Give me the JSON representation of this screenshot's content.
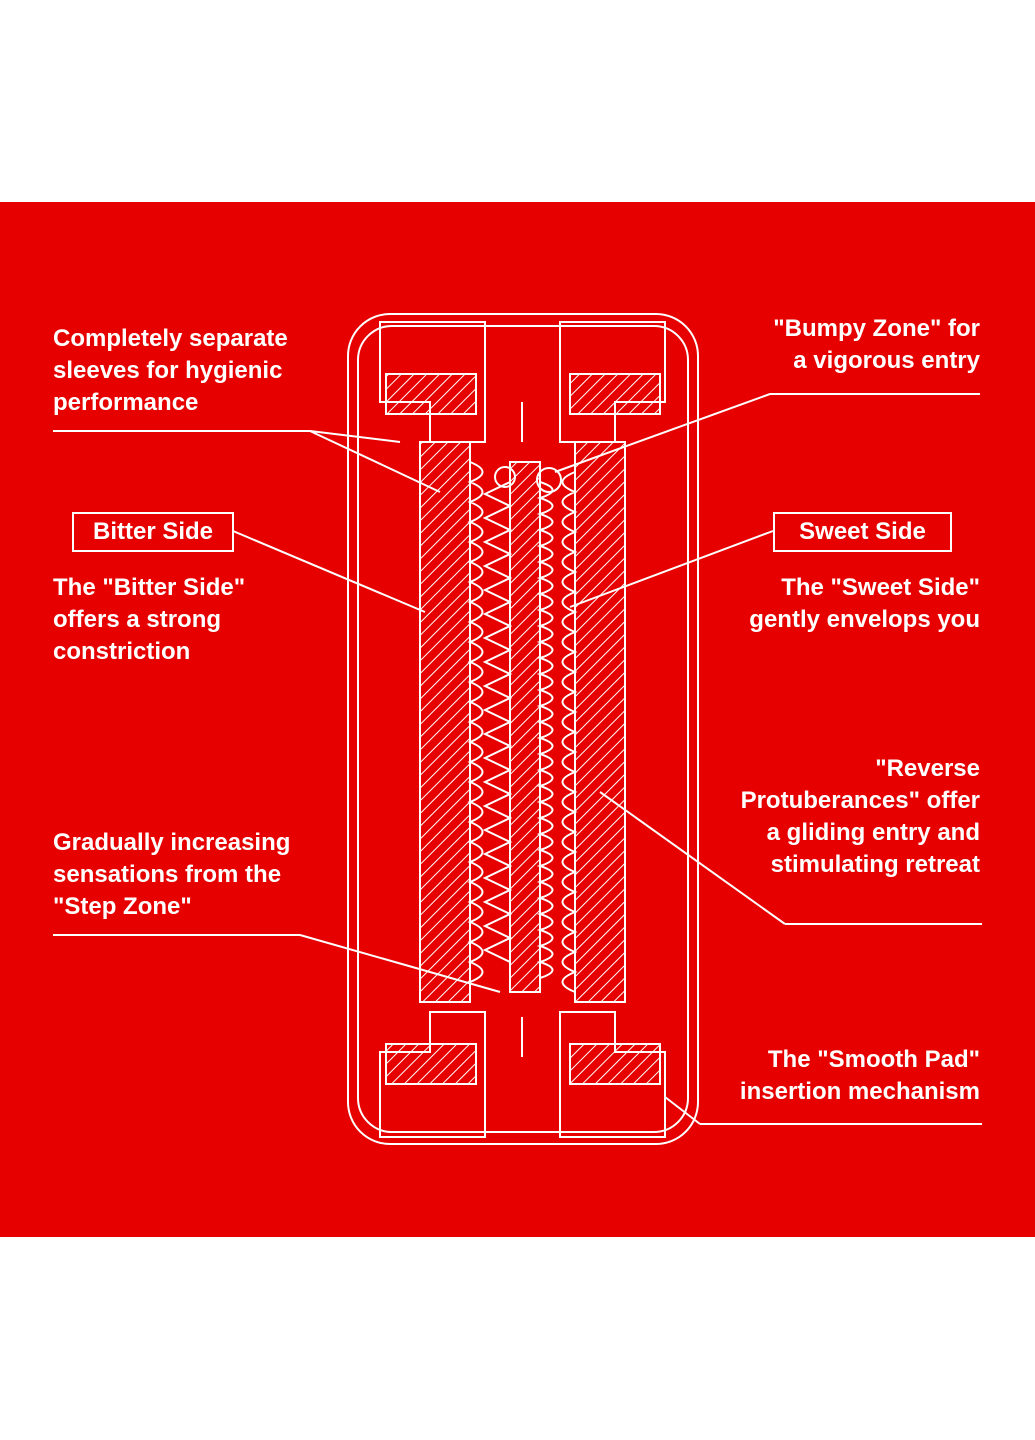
{
  "colors": {
    "background": "#e60000",
    "line": "#ffffff",
    "page": "#ffffff"
  },
  "labels": {
    "completely_separate": "Completely separate\nsleeves for hygienic\nperformance",
    "bumpy_zone": "\"Bumpy Zone\"  for\na vigorous entry",
    "bitter_side_box": "Bitter Side",
    "sweet_side_box": "Sweet Side",
    "bitter_side_desc": "The \"Bitter Side\"\noffers a strong\nconstriction",
    "sweet_side_desc": "The \"Sweet Side\"\ngently envelops you",
    "reverse_protuberances": "\"Reverse\nProtuberances\" offer\na gliding entry and\nstimulating retreat",
    "step_zone": "Gradually increasing\nsensations from the\n\"Step Zone\"",
    "smooth_pad": "The \"Smooth Pad\"\ninsertion mechanism"
  }
}
